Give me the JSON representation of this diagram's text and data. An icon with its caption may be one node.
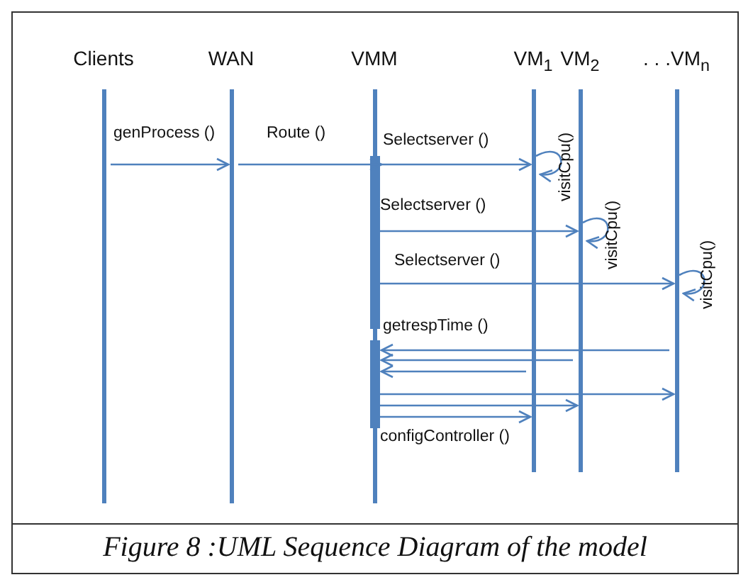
{
  "diagram": {
    "caption": "Figure 8 :UML Sequence Diagram of the model",
    "nodes": [
      {
        "text": [
          "Clients"
        ]
      },
      {
        "text": [
          "WAN"
        ]
      },
      {
        "text": [
          "VMM"
        ]
      },
      {
        "text": [
          "VM$_{1}$"
        ]
      },
      {
        "text": [
          "VM$_{2}$"
        ]
      },
      {
        "text": [
          ". . .VM$_{n}$"
        ]
      }
    ],
    "edges": [
      {
        "from": 0,
        "to": 1,
        "arrow": "to",
        "label": "genProcess ()"
      },
      {
        "from": 1,
        "to": 2,
        "arrow": "to",
        "label": "Route ()"
      },
      {
        "from": 2,
        "to": 3,
        "arrow": "to",
        "label": "Selectserver ()"
      },
      {
        "from": 3,
        "to": 3,
        "arrow": "to",
        "label": "visitCpu()"
      },
      {
        "from": 2,
        "to": 4,
        "arrow": "to",
        "label": "Selectserver ()"
      },
      {
        "from": 4,
        "to": 4,
        "arrow": "to",
        "label": "visitCpu()"
      },
      {
        "from": 2,
        "to": 5,
        "arrow": "to",
        "label": "Selectserver ()"
      },
      {
        "from": 5,
        "to": 5,
        "arrow": "to",
        "label": "visitCpu()"
      },
      {
        "from": 5,
        "to": 2,
        "arrow": "to",
        "label": "getrespTime ()"
      },
      {
        "from": 4,
        "to": 2,
        "arrow": "to"
      },
      {
        "from": 3,
        "to": 2,
        "arrow": "to"
      },
      {
        "from": 2,
        "to": 5,
        "arrow": "to"
      },
      {
        "from": 2,
        "to": 4,
        "arrow": "to"
      },
      {
        "from": 2,
        "to": 3,
        "arrow": "to",
        "label": "configController ()"
      }
    ]
  }
}
